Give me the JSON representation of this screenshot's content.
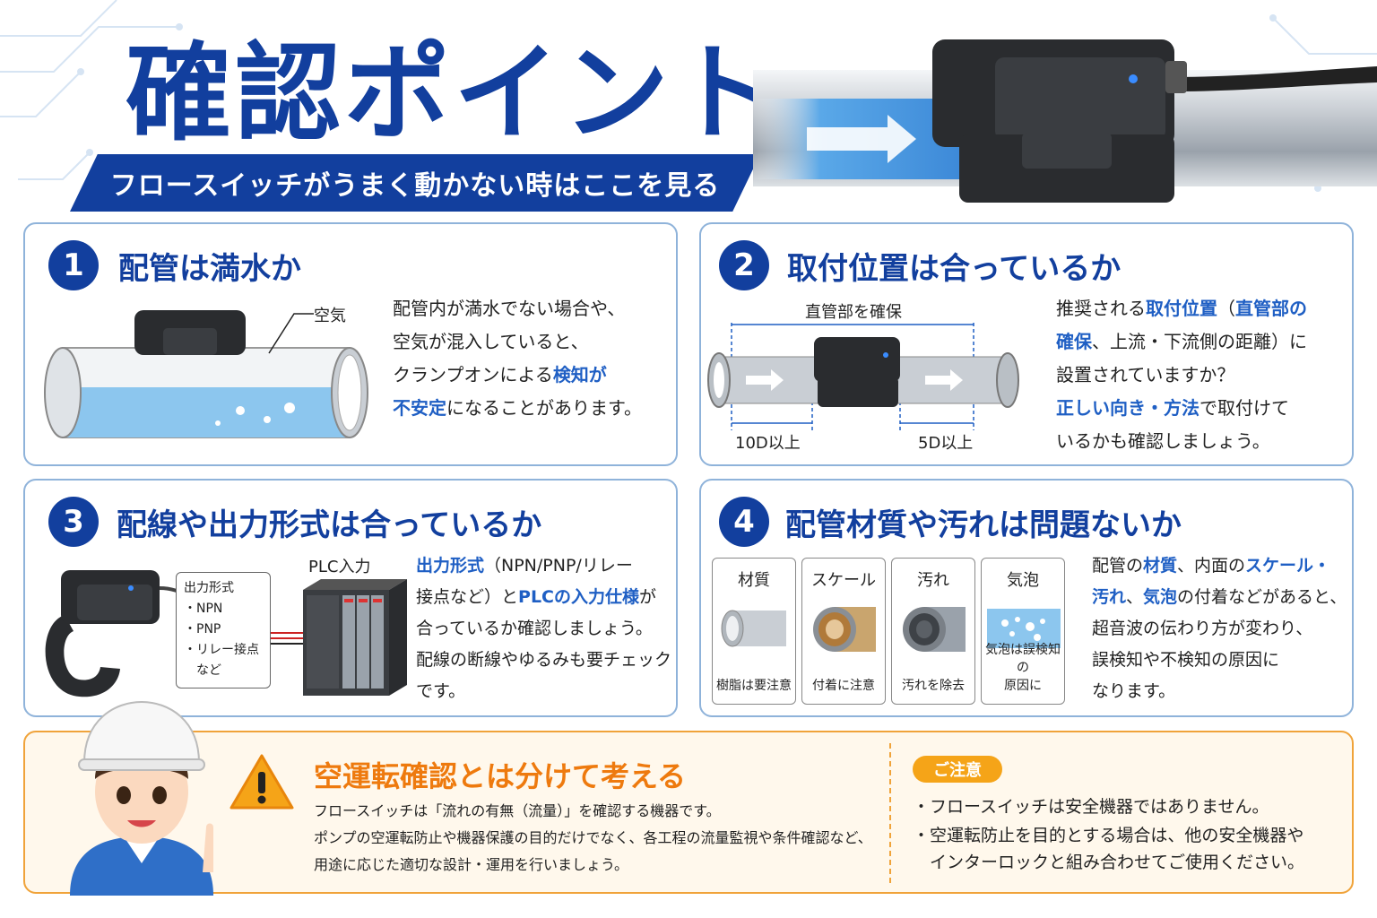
{
  "header": {
    "title": "確認ポイント",
    "subtitle": "フロースイッチがうまく動かない時はここを見る"
  },
  "colors": {
    "brand_blue": "#123f9e",
    "highlight_blue": "#1f5fc4",
    "accent_orange": "#ee7a0e",
    "water_blue": "#8cc6ee"
  },
  "cards": [
    {
      "number": "1",
      "title": "配管は満水か",
      "label_air": "空気",
      "body": [
        [
          {
            "t": "配管内が満水でない場合や、"
          }
        ],
        [
          {
            "t": "空気が混入していると、"
          }
        ],
        [
          {
            "t": "クランプオンによる"
          },
          {
            "t": "検知が",
            "hl": true
          }
        ],
        [
          {
            "t": "不安定",
            "hl": true
          },
          {
            "t": "になることがあります。"
          }
        ]
      ]
    },
    {
      "number": "2",
      "title": "取付位置は合っているか",
      "label_straight": "直管部を確保",
      "label_upstream": "10D以上",
      "label_downstream": "5D以上",
      "body": [
        [
          {
            "t": "推奨される"
          },
          {
            "t": "取付位置",
            "hl": true
          },
          {
            "t": "（"
          },
          {
            "t": "直管部の",
            "hl": true
          }
        ],
        [
          {
            "t": "確保",
            "hl": true
          },
          {
            "t": "、上流・下流側の距離）に"
          }
        ],
        [
          {
            "t": "設置されていますか？"
          }
        ],
        [
          {
            "t": "正しい向き・方法",
            "hl": true
          },
          {
            "t": "で取付けて"
          }
        ],
        [
          {
            "t": "いるかも確認しましょう。"
          }
        ]
      ]
    },
    {
      "number": "3",
      "title": "配線や出力形式は合っているか",
      "output_box": {
        "title": "出力形式",
        "items": [
          "・NPN",
          "・PNP",
          "・リレー接点",
          "　など"
        ]
      },
      "plc_label": "PLC入力",
      "body": [
        [
          {
            "t": "出力形式",
            "hl": true
          },
          {
            "t": "（NPN/PNP/リレー"
          }
        ],
        [
          {
            "t": "接点など）と"
          },
          {
            "t": "PLCの入力仕様",
            "hl": true
          },
          {
            "t": "が"
          }
        ],
        [
          {
            "t": "合っているか確認しましょう。"
          }
        ],
        [
          {
            "t": "配線の断線やゆるみも要チェック"
          }
        ],
        [
          {
            "t": "です。"
          }
        ]
      ]
    },
    {
      "number": "4",
      "title": "配管材質や汚れは問題ないか",
      "boxes": [
        {
          "title": "材質",
          "caption": [
            "樹脂は要注意"
          ]
        },
        {
          "title": "スケール",
          "caption": [
            "付着に注意"
          ]
        },
        {
          "title": "汚れ",
          "caption": [
            "汚れを除去"
          ]
        },
        {
          "title": "気泡",
          "caption": [
            "気泡は誤検知の",
            "原因に"
          ]
        }
      ],
      "body": [
        [
          {
            "t": "配管の"
          },
          {
            "t": "材質",
            "hl": true
          },
          {
            "t": "、内面の"
          },
          {
            "t": "スケール・",
            "hl": true
          }
        ],
        [
          {
            "t": "汚れ",
            "hl": true
          },
          {
            "t": "、"
          },
          {
            "t": "気泡",
            "hl": true
          },
          {
            "t": "の付着などがあると、"
          }
        ],
        [
          {
            "t": "超音波の伝わり方が変わり、"
          }
        ],
        [
          {
            "t": "誤検知や不検知の原因に"
          }
        ],
        [
          {
            "t": "なります。"
          }
        ]
      ]
    }
  ],
  "caution": {
    "title": "空運転確認とは分けて考える",
    "lines": [
      "フロースイッチは「流れの有無（流量）」を確認する機器です。",
      "ポンプの空運転防止や機器保護の目的だけでなく、各工程の流量監視や条件確認など、",
      "用途に応じた適切な設計・運用を行いましょう。"
    ]
  },
  "note": {
    "badge": "ご注意",
    "lines": [
      "・フロースイッチは安全機器ではありません。",
      "・空運転防止を目的とする場合は、他の安全機器や",
      "　インターロックと組み合わせてご使用ください。"
    ]
  }
}
